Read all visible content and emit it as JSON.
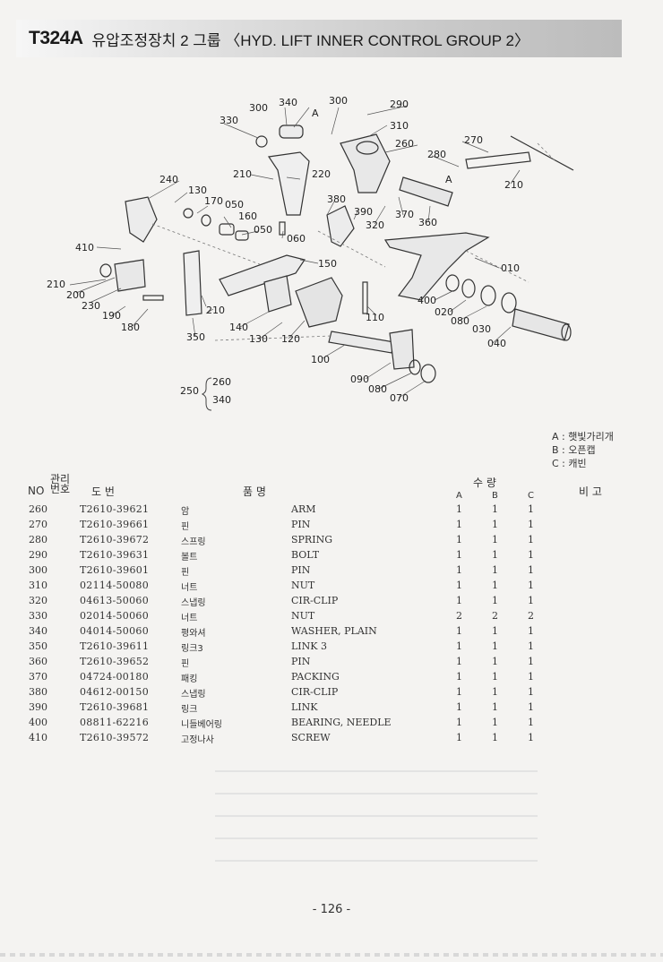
{
  "header": {
    "code": "T324A",
    "title": "유압조정장치 2 그룹 〈HYD. LIFT INNER CONTROL GROUP 2〉"
  },
  "diagram": {
    "callouts": [
      "300",
      "340",
      "300",
      "290",
      "330",
      "310",
      "260",
      "270",
      "280",
      "210",
      "210",
      "220",
      "240",
      "130",
      "170",
      "050",
      "380",
      "390",
      "160",
      "320",
      "370",
      "360",
      "050",
      "060",
      "410",
      "150",
      "010",
      "210",
      "200",
      "400",
      "020",
      "230",
      "210",
      "080",
      "190",
      "030",
      "180",
      "110",
      "040",
      "140",
      "130",
      "120",
      "350",
      "100",
      "090",
      "080",
      "070",
      "250",
      "260",
      "340",
      "A",
      "A"
    ]
  },
  "legend": {
    "items": [
      "A : 햇빛가리개",
      "B : 오픈캡",
      "C : 캐빈"
    ]
  },
  "table": {
    "headers": {
      "no": "NO",
      "mgmt_top": "관리",
      "mgmt_bottom": "번호",
      "drawing": "도    번",
      "item_name": "품          명",
      "qty": "수    량",
      "qty_a": "A",
      "qty_b": "B",
      "qty_c": "C",
      "remark": "비 고"
    },
    "rows": [
      {
        "no": "260",
        "part": "T2610-39621",
        "kor": "암",
        "eng": "ARM",
        "a": "1",
        "b": "1",
        "c": "1"
      },
      {
        "no": "270",
        "part": "T2610-39661",
        "kor": "핀",
        "eng": "PIN",
        "a": "1",
        "b": "1",
        "c": "1"
      },
      {
        "no": "280",
        "part": "T2610-39672",
        "kor": "스프링",
        "eng": "SPRING",
        "a": "1",
        "b": "1",
        "c": "1"
      },
      {
        "no": "290",
        "part": "T2610-39631",
        "kor": "볼트",
        "eng": "BOLT",
        "a": "1",
        "b": "1",
        "c": "1"
      },
      {
        "no": "300",
        "part": "T2610-39601",
        "kor": "핀",
        "eng": "PIN",
        "a": "1",
        "b": "1",
        "c": "1"
      },
      {
        "no": "310",
        "part": "02114-50080",
        "kor": "너트",
        "eng": "NUT",
        "a": "1",
        "b": "1",
        "c": "1"
      },
      {
        "no": "320",
        "part": "04613-50060",
        "kor": "스냅링",
        "eng": "CIR-CLIP",
        "a": "1",
        "b": "1",
        "c": "1"
      },
      {
        "no": "330",
        "part": "02014-50060",
        "kor": "너트",
        "eng": "NUT",
        "a": "2",
        "b": "2",
        "c": "2"
      },
      {
        "no": "340",
        "part": "04014-50060",
        "kor": "평와셔",
        "eng": "WASHER, PLAIN",
        "a": "1",
        "b": "1",
        "c": "1"
      },
      {
        "no": "350",
        "part": "T2610-39611",
        "kor": "링크3",
        "eng": "LINK 3",
        "a": "1",
        "b": "1",
        "c": "1"
      },
      {
        "no": "360",
        "part": "T2610-39652",
        "kor": "핀",
        "eng": "PIN",
        "a": "1",
        "b": "1",
        "c": "1"
      },
      {
        "no": "370",
        "part": "04724-00180",
        "kor": "패킹",
        "eng": "PACKING",
        "a": "1",
        "b": "1",
        "c": "1"
      },
      {
        "no": "380",
        "part": "04612-00150",
        "kor": "스냅링",
        "eng": "CIR-CLIP",
        "a": "1",
        "b": "1",
        "c": "1"
      },
      {
        "no": "390",
        "part": "T2610-39681",
        "kor": "링크",
        "eng": "LINK",
        "a": "1",
        "b": "1",
        "c": "1"
      },
      {
        "no": "400",
        "part": "08811-62216",
        "kor": "니들베어링",
        "eng": "BEARING, NEEDLE",
        "a": "1",
        "b": "1",
        "c": "1"
      },
      {
        "no": "410",
        "part": "T2610-39572",
        "kor": "고정나사",
        "eng": "SCREW",
        "a": "1",
        "b": "1",
        "c": "1"
      }
    ]
  },
  "footer": {
    "page": "- 126 -"
  }
}
